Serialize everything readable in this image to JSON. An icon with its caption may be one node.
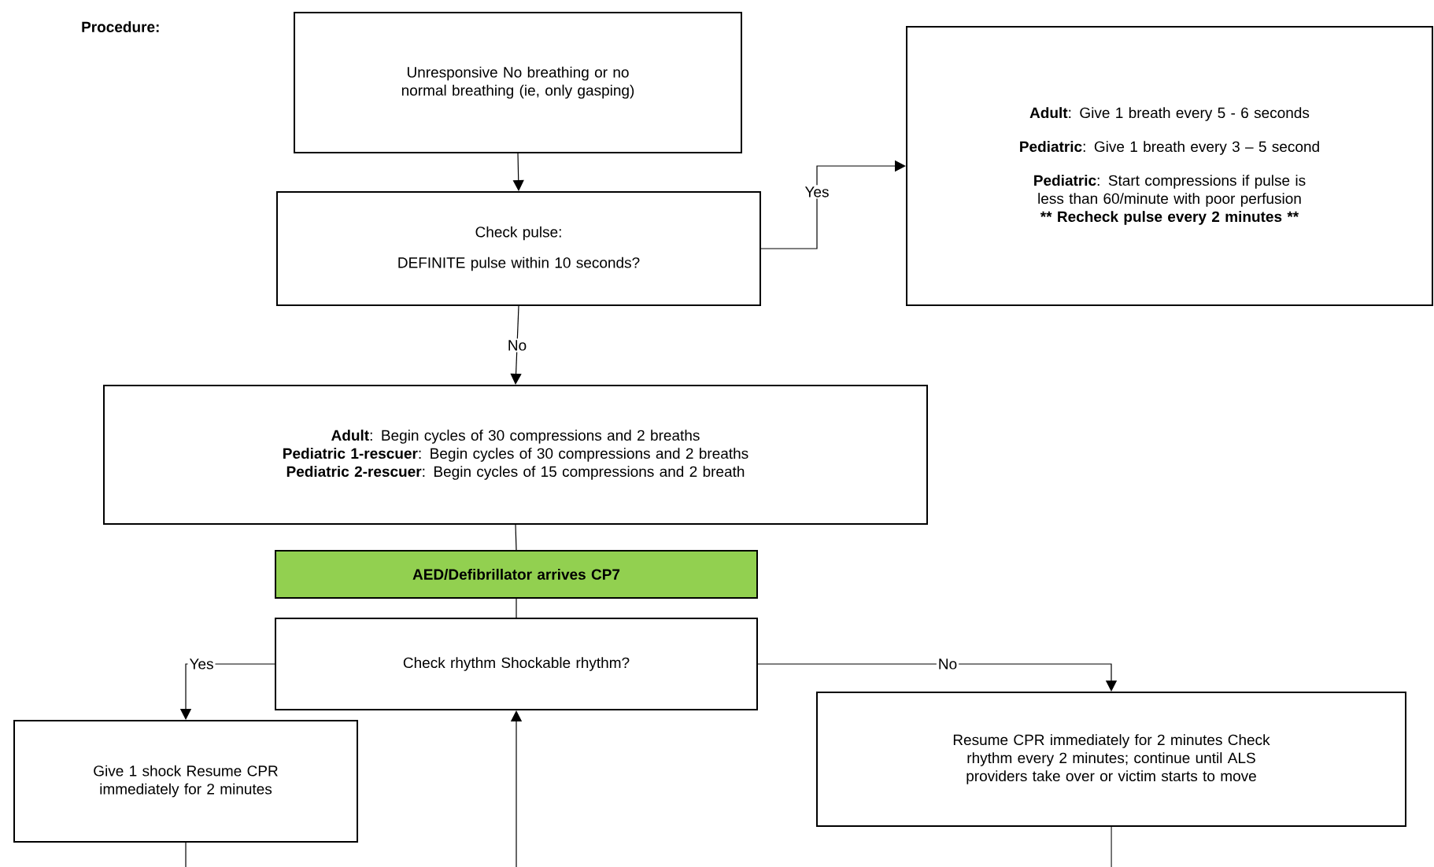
{
  "diagram": {
    "nodes": [
      {
        "text": [
          "Unresponsive No breathing or no normal breathing (ie, only gasping)"
        ]
      },
      {
        "text": [
          "Check pulse:",
          "DEFINITE pulse within 10 seconds?"
        ]
      },
      {
        "text": [
          "**Adult**: Give 1 breath every 5 - 6 seconds",
          "**Pediatric**: Give 1 breath every 3 – 5 second",
          "**Pediatric**: Start compressions if pulse is  less than 60/minute with poor perfusion",
          "** Recheck pulse every 2 minutes **"
        ]
      },
      {
        "text": [
          "**Adult**: Begin cycles of 30 compressions and 2 breaths",
          "**Pediatric 1-rescuer**: Begin cycles of 30 compressions and 2 breaths",
          "**Pediatric 2-rescuer**: Begin cycles of 15 compressions and 2 breath"
        ]
      },
      {
        "text": [
          "AED/Defibrillator arrives CP7"
        ]
      },
      {
        "text": [
          "Check rhythm Shockable rhythm?"
        ]
      },
      {
        "text": [
          "Give 1 shock Resume CPR immediately for 2 minutes"
        ]
      },
      {
        "text": [
          "Resume CPR immediately for 2 minutes Check rhythm every 2 minutes; continue until ALS providers take over or victim starts to move"
        ]
      }
    ],
    "edges": [
      {
        "from": 0,
        "to": 1,
        "arrow": "to"
      },
      {
        "from": 1,
        "to": 2,
        "arrow": "to",
        "label": "Yes"
      },
      {
        "from": 1,
        "to": 3,
        "arrow": "to",
        "label": "No"
      },
      {
        "from": 3,
        "to": 4,
        "arrow": "none"
      },
      {
        "from": 4,
        "to": 5,
        "arrow": "none"
      },
      {
        "from": 5,
        "to": 6,
        "arrow": "to",
        "label": "Yes"
      },
      {
        "from": 5,
        "to": 7,
        "arrow": "to",
        "label": "No"
      },
      {
        "from": null,
        "to": 5,
        "arrow": "to"
      },
      {
        "from": 6,
        "to": null,
        "arrow": "none"
      },
      {
        "from": 7,
        "to": null,
        "arrow": "none"
      }
    ],
    "labels": [
      "Procedure:"
    ]
  }
}
